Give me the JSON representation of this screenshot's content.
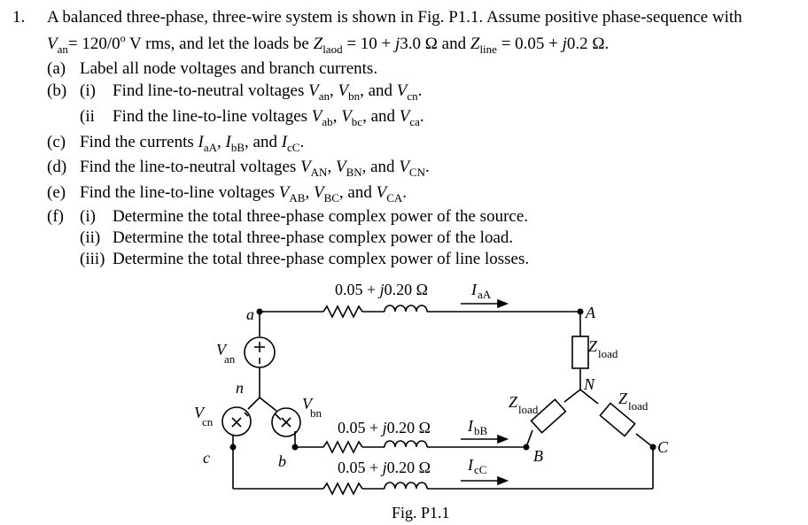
{
  "problem": {
    "number": "1.",
    "intro_line1": "A balanced three-phase, three-wire system is shown in Fig. P1.1. Assume positive phase-sequence with",
    "van_value": "= 120/0",
    "van_unit": " V rms, and let the loads be ",
    "zload_eq": " = 10 + ",
    "zload_imag": "3.0 Ω and ",
    "zline_eq": " = 0.05 + ",
    "zline_imag": "0.2 Ω.",
    "laod_subscript": "laod",
    "line_subscript": "line",
    "parts": {
      "a": {
        "label": "(a)",
        "text": "Label all node voltages and branch currents."
      },
      "b_i": {
        "label": "(b)",
        "sub": "(i)",
        "text": "Find line-to-neutral voltages "
      },
      "b_ii": {
        "sub": "(ii",
        "text": "Find the line-to-line voltages "
      },
      "c": {
        "label": "(c)",
        "text": "Find the currents "
      },
      "d": {
        "label": "(d)",
        "text": "Find the line-to-neutral voltages "
      },
      "e": {
        "label": "(e)",
        "text": "Find the line-to-line voltages "
      },
      "f_i": {
        "label": "(f)",
        "sub": "(i)",
        "text": "Determine the total three-phase complex power of the source."
      },
      "f_ii": {
        "sub": "(ii)",
        "text": "Determine the total three-phase complex power of the load."
      },
      "f_iii": {
        "sub": "(iii)",
        "text": "Determine the total three-phase complex power of line losses."
      }
    }
  },
  "figure": {
    "caption": "Fig. P1.1",
    "line_impedance": "0.05 + j0.20 Ω",
    "load_label": "Z",
    "load_sub": "load",
    "current_aA": "aA",
    "current_bB": "bB",
    "current_cC": "cC",
    "nodes": {
      "a": "a",
      "b": "b",
      "c": "c",
      "n": "n",
      "A": "A",
      "B": "B",
      "C": "C",
      "N": "N"
    },
    "sources": {
      "V": "V",
      "an": "an",
      "bn": "bn",
      "cn": "cn"
    }
  }
}
